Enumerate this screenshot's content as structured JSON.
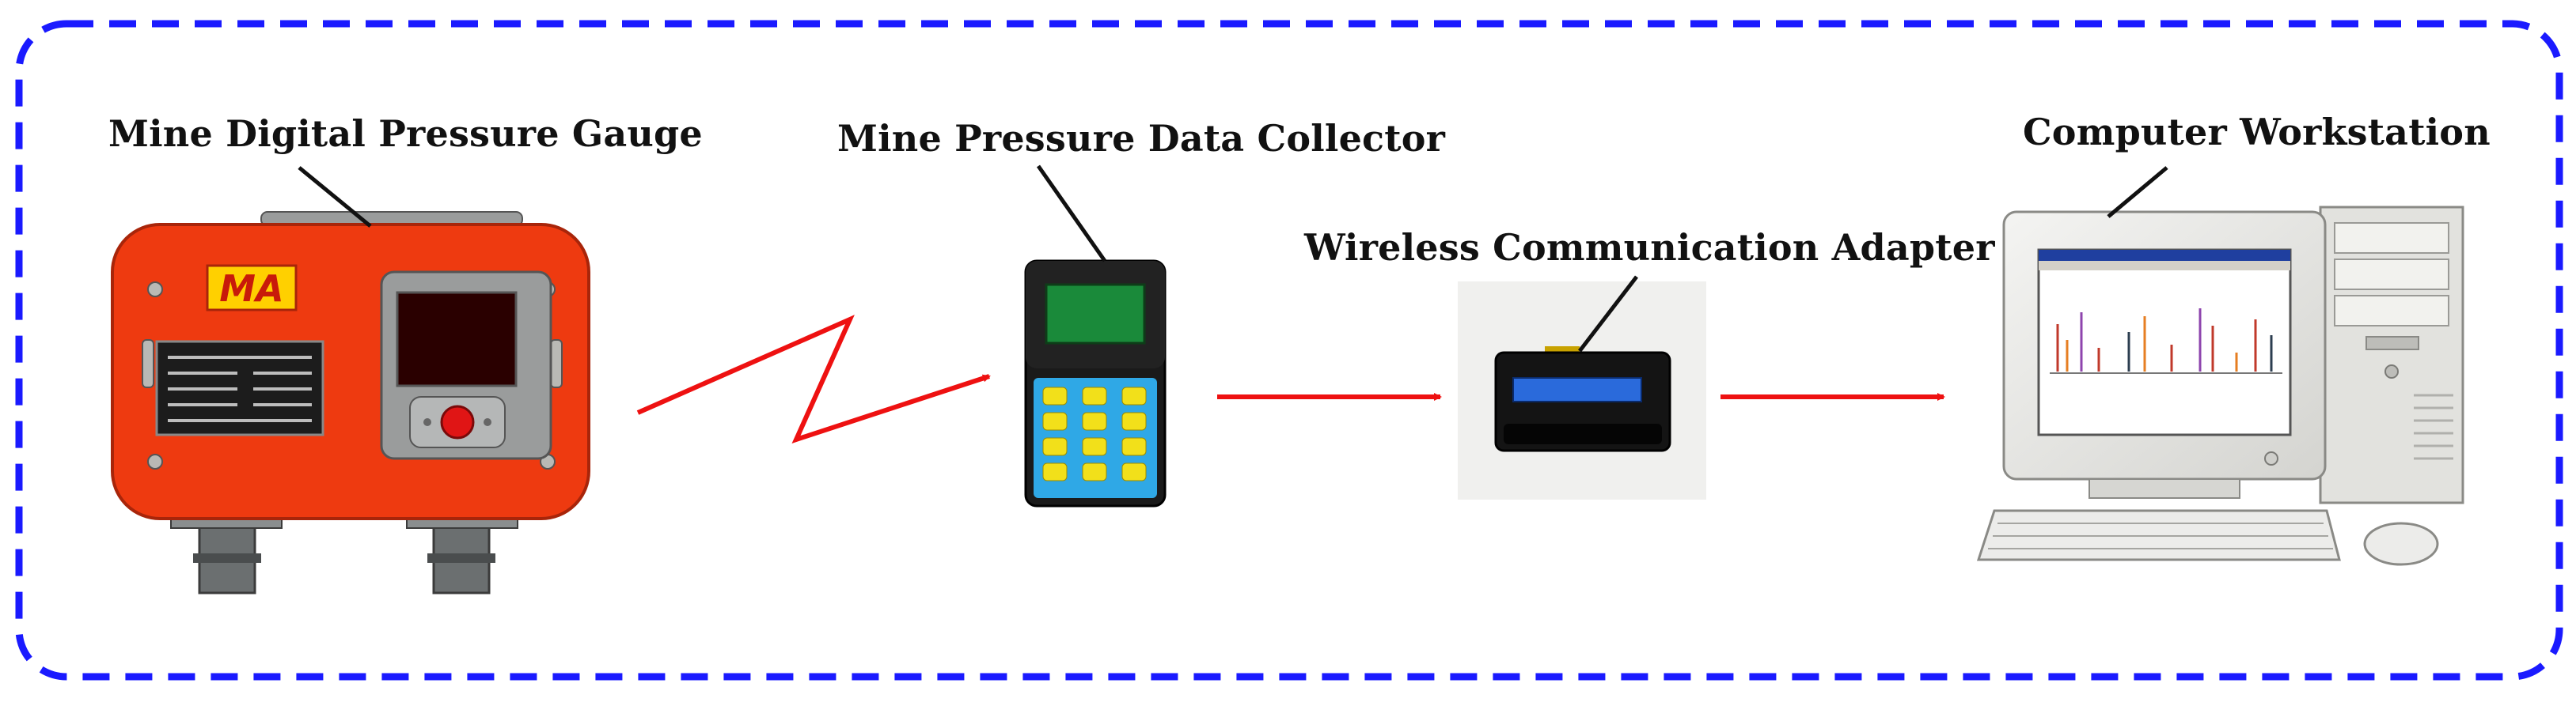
{
  "diagram": {
    "components": {
      "gauge": {
        "label": "Mine Digital Pressure Gauge",
        "logo_text": "MA"
      },
      "collector": {
        "label": "Mine Pressure Data Collector"
      },
      "adapter": {
        "label": "Wireless Communication Adapter"
      },
      "workstation": {
        "label": "Computer Workstation"
      }
    },
    "links": [
      {
        "from": "gauge",
        "to": "collector",
        "kind": "wireless"
      },
      {
        "from": "collector",
        "to": "adapter",
        "kind": "wired"
      },
      {
        "from": "adapter",
        "to": "workstation",
        "kind": "wired"
      }
    ],
    "colors": {
      "border": "#1a1aff",
      "arrow": "#ee1111",
      "gauge_body": "#ee3a10",
      "collector_screen": "#1a8a3a",
      "collector_keys": "#f2e01a",
      "collector_pad": "#2fa8e6"
    }
  }
}
